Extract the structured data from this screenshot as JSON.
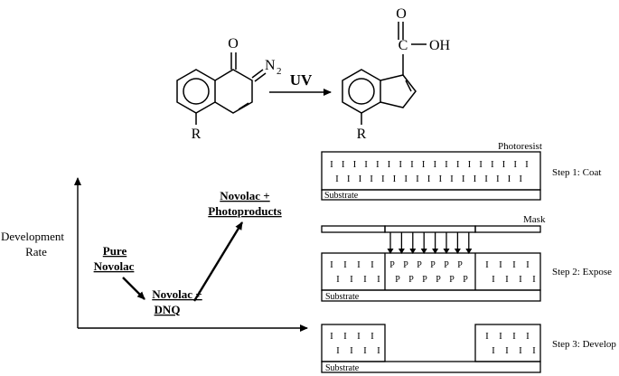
{
  "reaction": {
    "reactant": {
      "oxygen": "O",
      "diazo": "N",
      "diazo_subscript": "2",
      "substituent": "R"
    },
    "condition": "UV",
    "product": {
      "carbonyl_oxygen": "O",
      "carbon": "C",
      "hydroxyl": "OH",
      "substituent": "R"
    }
  },
  "rate_plot": {
    "y_label_line1": "Development",
    "y_label_line2": "Rate",
    "pure_line1": "Pure",
    "pure_line2": "Novolac",
    "dnq_line1": "Novolac +",
    "dnq_line2": "DNQ",
    "photo_line1": "Novolac +",
    "photo_line2": "Photoproducts"
  },
  "process": {
    "photoresist_label": "Photoresist",
    "substrate_label": "Substrate",
    "mask_label": "Mask",
    "resist_mark": "I",
    "photoproduct_mark": "P",
    "step1": "Step 1: Coat",
    "step2": "Step 2: Expose",
    "step3": "Step 3: Develop"
  }
}
